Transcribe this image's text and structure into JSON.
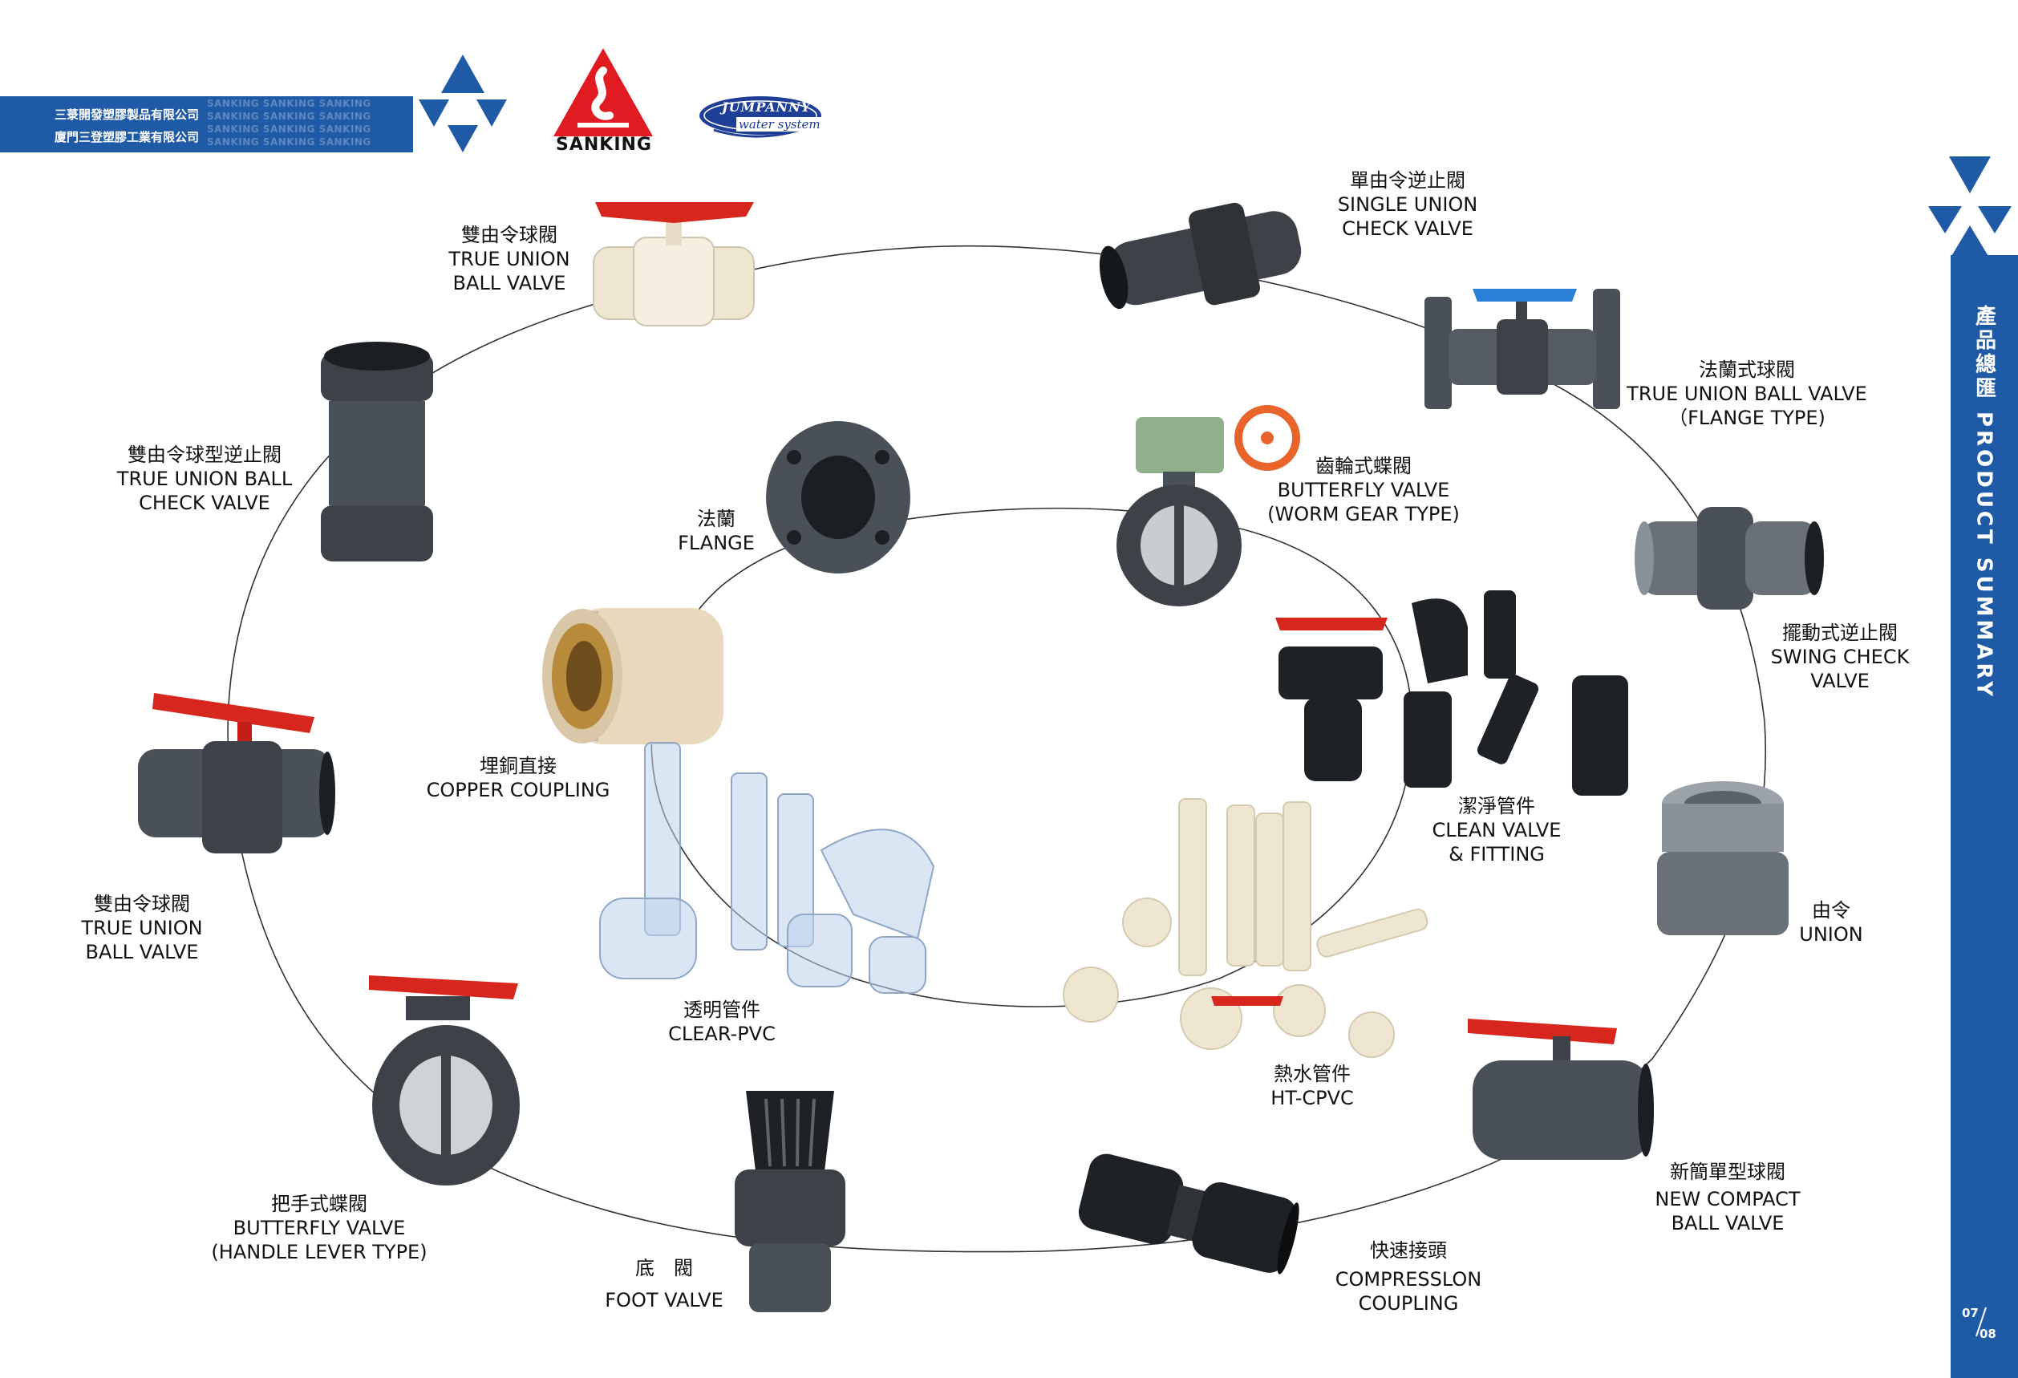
{
  "header": {
    "company_line_1": "三菉開發塑膠製品有限公司",
    "company_line_2": "廈門三登塑膠工業有限公司",
    "watermark_rows": [
      "SANKING  SANKING  SANKING",
      "SANKING  SANKING  SANKING",
      "SANKING  SANKING  SANKING",
      "SANKING  SANKING  SANKING"
    ],
    "brand_name": "SANKING",
    "brand_secondary_top": "JUMPANNY",
    "brand_secondary_bottom": "water system"
  },
  "sidebar": {
    "title": "產品總匯 PRODUCT SUMMARY",
    "page_top": "07",
    "page_bottom": "08"
  },
  "colors": {
    "brand_blue": "#1f5aa6",
    "brand_red": "#e11b22",
    "pvc_gray": "#4a5058",
    "handle_red": "#d7261e",
    "handle_blue": "#2b7fd6",
    "ivory": "#efe6d2"
  },
  "products": [
    {
      "id": "true-union-ball-valve-top",
      "zh": "雙由令球閥",
      "en": [
        "TRUE UNION",
        "BALL VALVE"
      ]
    },
    {
      "id": "single-union-check-valve",
      "zh": "單由令逆止閥",
      "en": [
        "SINGLE UNION",
        "CHECK VALVE"
      ]
    },
    {
      "id": "true-union-ball-valve-flange",
      "zh": "法蘭式球閥",
      "en": [
        "TRUE UNION BALL VALVE",
        "（FLANGE TYPE)"
      ]
    },
    {
      "id": "true-union-ball-check-valve",
      "zh": "雙由令球型逆止閥",
      "en": [
        "TRUE UNION BALL",
        "CHECK VALVE"
      ]
    },
    {
      "id": "flange",
      "zh": "法蘭",
      "en": [
        "FLANGE"
      ]
    },
    {
      "id": "butterfly-worm",
      "zh": "齒輪式蝶閥",
      "en": [
        "BUTTERFLY VALVE",
        "(WORM GEAR TYPE)"
      ]
    },
    {
      "id": "swing-check-valve",
      "zh": "擺動式逆止閥",
      "en": [
        "SWING CHECK",
        "VALVE"
      ]
    },
    {
      "id": "copper-coupling",
      "zh": "埋銅直接",
      "en": [
        "COPPER COUPLING"
      ]
    },
    {
      "id": "clean-valve-fitting",
      "zh": "潔淨管件",
      "en": [
        "CLEAN VALVE",
        "& FITTING"
      ]
    },
    {
      "id": "true-union-ball-valve-left",
      "zh": "雙由令球閥",
      "en": [
        "TRUE UNION",
        "BALL VALVE"
      ]
    },
    {
      "id": "union",
      "zh": "由令",
      "en": [
        "UNION"
      ]
    },
    {
      "id": "clear-pvc",
      "zh": "透明管件",
      "en": [
        "CLEAR-PVC"
      ]
    },
    {
      "id": "ht-cpvc",
      "zh": "熱水管件",
      "en": [
        "HT-CPVC"
      ]
    },
    {
      "id": "butterfly-handle",
      "zh": "把手式蝶閥",
      "en": [
        "BUTTERFLY VALVE",
        "(HANDLE LEVER TYPE)"
      ]
    },
    {
      "id": "foot-valve",
      "zh": "底　閥",
      "en": [
        "FOOT VALVE"
      ]
    },
    {
      "id": "compression-coupling",
      "zh": "快速接頭",
      "en": [
        "COMPRESSLON",
        "COUPLING"
      ]
    },
    {
      "id": "new-compact-ball-valve",
      "zh": "新簡單型球閥",
      "en": [
        "NEW COMPACT",
        "BALL VALVE"
      ]
    }
  ]
}
